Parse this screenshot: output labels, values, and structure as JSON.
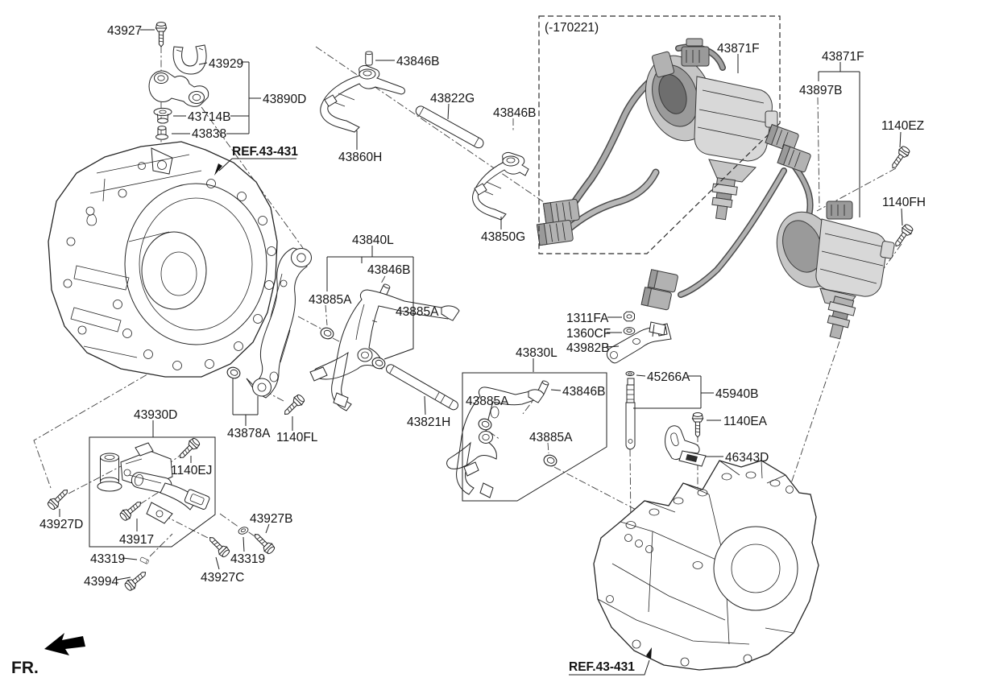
{
  "diagram": {
    "orientation_label": "FR.",
    "variant_note": "(-170221)",
    "reference_callout": "REF.43-431",
    "colors": {
      "background": "#ffffff",
      "line_art": "#242424",
      "shaded_part": "#c6c6c6",
      "label_text": "#141414"
    }
  },
  "labels": {
    "43927": "43927",
    "43929": "43929",
    "43890D": "43890D",
    "43714B": "43714B",
    "43838": "43838",
    "43846B": "43846B",
    "43822G": "43822G",
    "43860H": "43860H",
    "43850G": "43850G",
    "43840L": "43840L",
    "43885A": "43885A",
    "43821H": "43821H",
    "43878A": "43878A",
    "1140FL": "1140FL",
    "43830L": "43830L",
    "1311FA": "1311FA",
    "1360CF": "1360CF",
    "43982B": "43982B",
    "45266A": "45266A",
    "45940B": "45940B",
    "1140EA": "1140EA",
    "46343D": "46343D",
    "43930D": "43930D",
    "1140EJ": "1140EJ",
    "43927D": "43927D",
    "43917": "43917",
    "43319": "43319",
    "43994": "43994",
    "43927C": "43927C",
    "43927B": "43927B",
    "43871F": "43871F",
    "43897B": "43897B",
    "1140EZ": "1140EZ",
    "1140FH": "1140FH",
    "ref": "REF.43-431",
    "variant": "(-170221)",
    "fr": "FR."
  }
}
